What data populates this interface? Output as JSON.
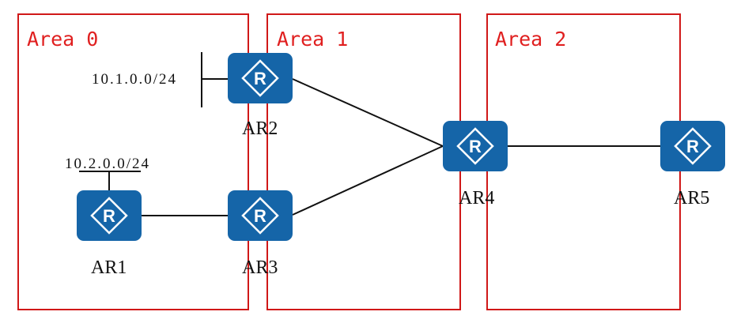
{
  "diagram": {
    "colors": {
      "area_border": "#d01818",
      "router_fill": "#1565a8",
      "router_symbol": "#ffffff",
      "link": "#111111"
    },
    "areas": {
      "area0": "Area 0",
      "area1": "Area 1",
      "area2": "Area 2"
    },
    "networks": {
      "net1": "10.1.0.0/24",
      "net2": "10.2.0.0/24"
    },
    "routers": {
      "ar1": {
        "label": "AR1",
        "icon": "router-icon"
      },
      "ar2": {
        "label": "AR2",
        "icon": "router-icon"
      },
      "ar3": {
        "label": "AR3",
        "icon": "router-icon"
      },
      "ar4": {
        "label": "AR4",
        "icon": "router-icon"
      },
      "ar5": {
        "label": "AR5",
        "icon": "router-icon"
      }
    },
    "links": [
      {
        "from": "ar1",
        "to": "ar3"
      },
      {
        "from": "ar2",
        "to": "ar4"
      },
      {
        "from": "ar3",
        "to": "ar4"
      },
      {
        "from": "ar4",
        "to": "ar5"
      }
    ]
  }
}
